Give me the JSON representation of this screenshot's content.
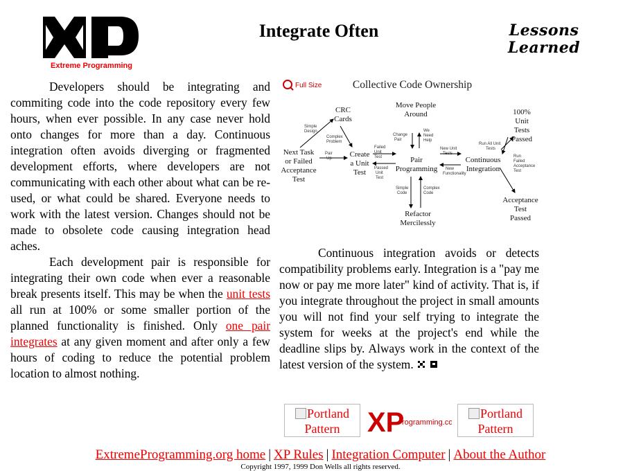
{
  "header": {
    "logo_caption": "Extreme Programming",
    "title": "Integrate Often",
    "lessons_line1": "Lessons",
    "lessons_line2": "Learned"
  },
  "left_column": {
    "p1": "Developers should be integrating and commiting code into the code repository every few hours, when ever possible. In any case never hold onto changes for more than a day. Continuous integration often avoids diverging or fragmented development efforts, where developers are not communicating with each other about what can be re-used, or what could be shared. Everyone needs to work with the latest version. Changes should not be made to obsolete code causing integration head aches.",
    "p2_before_link1": "Each development pair is responsible for integrating their own code when ever a reasonable break presents itself. This may be when the ",
    "link_unit_tests": "unit tests",
    "p2_between": " all run at 100% or some smaller portion of the planned functionality is finished. Only ",
    "link_one_pair": "one pair integrates",
    "p2_after": " at any given moment and after only a few hours of coding to reduce the potential problem location to almost nothing."
  },
  "diagram": {
    "fullsize_label": "Full Size",
    "title": "Collective Code Ownership",
    "nodes": {
      "crc": [
        "CRC",
        "Cards"
      ],
      "move_people": [
        "Move People",
        "Around"
      ],
      "unit_tests_passed": [
        "100%",
        "Unit",
        "Tests",
        "Passed"
      ],
      "next_task": [
        "Next Task",
        "or Failed",
        "Acceptance",
        "Test"
      ],
      "create_unit": [
        "Create",
        "a Unit",
        "Test"
      ],
      "pair": [
        "Pair",
        "Programming"
      ],
      "ci": [
        "Continuous",
        "Integration"
      ],
      "refactor": [
        "Refactor",
        "Mercilessly"
      ],
      "acceptance_passed": [
        "Acceptance",
        "Test",
        "Passed"
      ]
    },
    "edges": {
      "simple_design": [
        "Simple",
        "Design"
      ],
      "complex_problem": [
        "Complex",
        "Problem"
      ],
      "pair_up": [
        "Pair",
        "Up"
      ],
      "failed_unit_test": [
        "Failed",
        "Unit",
        "Test"
      ],
      "passed_unit_test": [
        "Passed",
        "Unit",
        "Test"
      ],
      "change_pair": [
        "Change",
        "Pair"
      ],
      "we_need_help": [
        "We",
        "Need",
        "Help"
      ],
      "new_unit_tests": [
        "New Unit",
        "Tests"
      ],
      "new_functionality": [
        "New",
        "Functionality"
      ],
      "run_all_unit_tests": [
        "Run All Unit",
        "Tests"
      ],
      "run_failed_acceptance": [
        "Run",
        "Failed",
        "Acceptance",
        "Test"
      ],
      "simple_code": [
        "Simple",
        "Code"
      ],
      "complex_code": [
        "Complex",
        "Code"
      ]
    }
  },
  "right_column": {
    "p1": "Continuous integration avoids or detects compatibility problems early. Integration is a \"pay me now or pay me more later\" kind of activity. That is, if you integrate throughout the project in small amounts you will not find your self trying to integrate the system for weeks at the project's end while the deadline slips by. Always work in the context of the latest version of the system."
  },
  "badges": {
    "left_alt_line1": "Portland",
    "left_alt_line2": "Pattern",
    "center_logo_xp": "XP",
    "center_logo_text": "rogramming.com",
    "right_alt_line1": "Portland",
    "right_alt_line2": "Pattern"
  },
  "footer": {
    "link_home": "ExtremeProgramming.org home",
    "sep": "|",
    "link_rules": "XP Rules",
    "link_integration_computer": "Integration Computer",
    "link_about": "About the Author",
    "copyright": "Copyright 1997, 1999 Don Wells all rights reserved."
  }
}
